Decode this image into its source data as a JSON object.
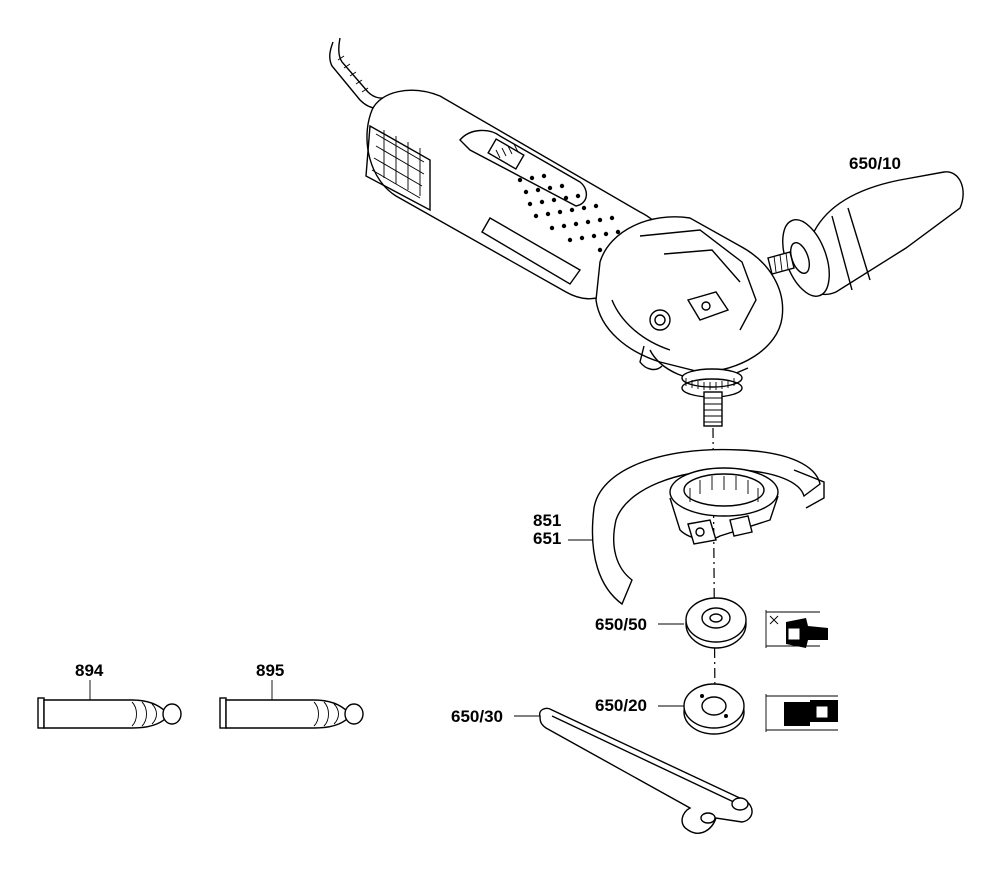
{
  "labels": {
    "l_650_10": "650/10",
    "l_851": "851",
    "l_651": "651",
    "l_650_50": "650/50",
    "l_650_20": "650/20",
    "l_650_30": "650/30",
    "l_894": "894",
    "l_895": "895"
  }
}
